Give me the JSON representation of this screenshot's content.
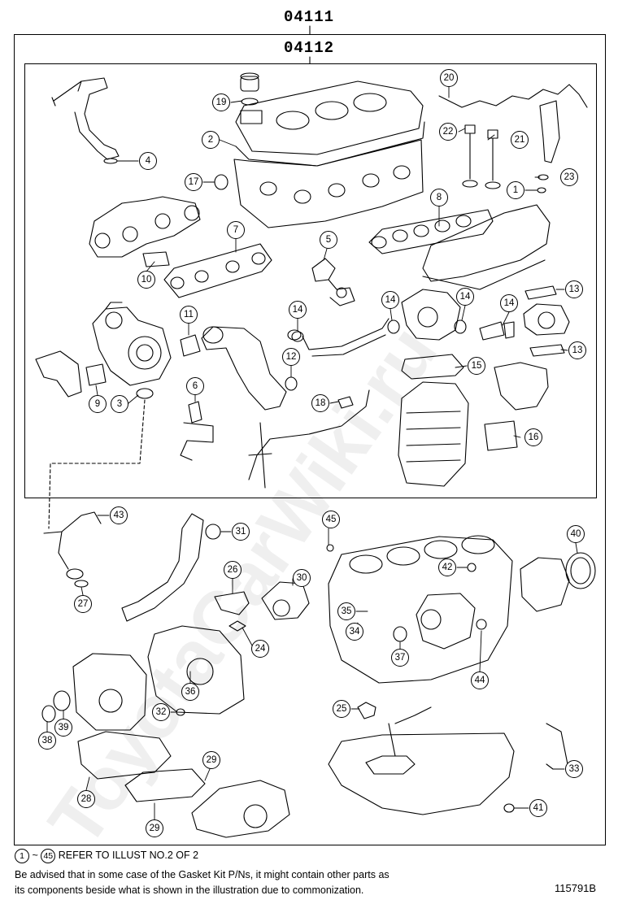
{
  "kit_codes": {
    "outer": "04111",
    "inner": "04112"
  },
  "watermark": "ToyotaCarWiki.ru",
  "note": {
    "range_start": "1",
    "range_sep": "~",
    "range_end": "45",
    "refer_text": "REFER TO ILLUST NO.2 OF 2",
    "line2": "Be advised that in some case of the Gasket Kit P/Ns,  it might contain other parts as",
    "line3": "its components beside what is shown in the illustration due to commonization."
  },
  "figure_id": "115791B",
  "callouts": [
    {
      "id": "20",
      "label": "20"
    },
    {
      "id": "19",
      "label": "19"
    },
    {
      "id": "2",
      "label": "2"
    },
    {
      "id": "22",
      "label": "22"
    },
    {
      "id": "21",
      "label": "21"
    },
    {
      "id": "4",
      "label": "4"
    },
    {
      "id": "17",
      "label": "17"
    },
    {
      "id": "1",
      "label": "1"
    },
    {
      "id": "23",
      "label": "23"
    },
    {
      "id": "8",
      "label": "8"
    },
    {
      "id": "7",
      "label": "7"
    },
    {
      "id": "5",
      "label": "5"
    },
    {
      "id": "10",
      "label": "10"
    },
    {
      "id": "13a",
      "label": "13"
    },
    {
      "id": "14a",
      "label": "14"
    },
    {
      "id": "14b",
      "label": "14"
    },
    {
      "id": "14c",
      "label": "14"
    },
    {
      "id": "14d",
      "label": "14"
    },
    {
      "id": "11",
      "label": "11"
    },
    {
      "id": "13b",
      "label": "13"
    },
    {
      "id": "15",
      "label": "15"
    },
    {
      "id": "12",
      "label": "12"
    },
    {
      "id": "6",
      "label": "6"
    },
    {
      "id": "9",
      "label": "9"
    },
    {
      "id": "3",
      "label": "3"
    },
    {
      "id": "18",
      "label": "18"
    },
    {
      "id": "16",
      "label": "16"
    },
    {
      "id": "43",
      "label": "43"
    },
    {
      "id": "31",
      "label": "31"
    },
    {
      "id": "45",
      "label": "45"
    },
    {
      "id": "40",
      "label": "40"
    },
    {
      "id": "26",
      "label": "26"
    },
    {
      "id": "30",
      "label": "30"
    },
    {
      "id": "42",
      "label": "42"
    },
    {
      "id": "27",
      "label": "27"
    },
    {
      "id": "35",
      "label": "35"
    },
    {
      "id": "34",
      "label": "34"
    },
    {
      "id": "24",
      "label": "24"
    },
    {
      "id": "37",
      "label": "37"
    },
    {
      "id": "36",
      "label": "36"
    },
    {
      "id": "44",
      "label": "44"
    },
    {
      "id": "32",
      "label": "32"
    },
    {
      "id": "25",
      "label": "25"
    },
    {
      "id": "39",
      "label": "39"
    },
    {
      "id": "38",
      "label": "38"
    },
    {
      "id": "29a",
      "label": "29"
    },
    {
      "id": "33",
      "label": "33"
    },
    {
      "id": "28",
      "label": "28"
    },
    {
      "id": "29b",
      "label": "29"
    },
    {
      "id": "41",
      "label": "41"
    }
  ]
}
